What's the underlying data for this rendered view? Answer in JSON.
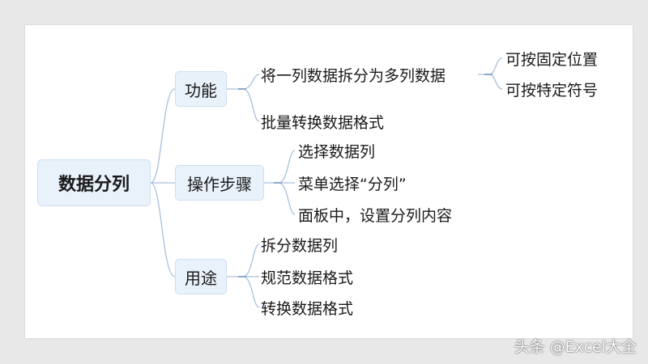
{
  "mindmap": {
    "root": "数据分列",
    "branches": [
      {
        "label": "功能",
        "children": [
          {
            "label": "将一列数据拆分为多列数据",
            "children": [
              "可按固定位置",
              "可按特定符号"
            ]
          },
          {
            "label": "批量转换数据格式"
          }
        ]
      },
      {
        "label": "操作步骤",
        "children": [
          {
            "label": "选择数据列"
          },
          {
            "label": "菜单选择“分列”"
          },
          {
            "label": "面板中，设置分列内容"
          }
        ]
      },
      {
        "label": "用途",
        "children": [
          {
            "label": "拆分数据列"
          },
          {
            "label": "规范数据格式"
          },
          {
            "label": "转换数据格式"
          }
        ]
      }
    ]
  },
  "watermark": "头条 @Excel大全",
  "colors": {
    "node_fill": "#e9f1fb",
    "node_border": "#cfdff2",
    "connector": "#a9bfdc",
    "background": "#e8e8e8",
    "slide": "#ffffff"
  }
}
